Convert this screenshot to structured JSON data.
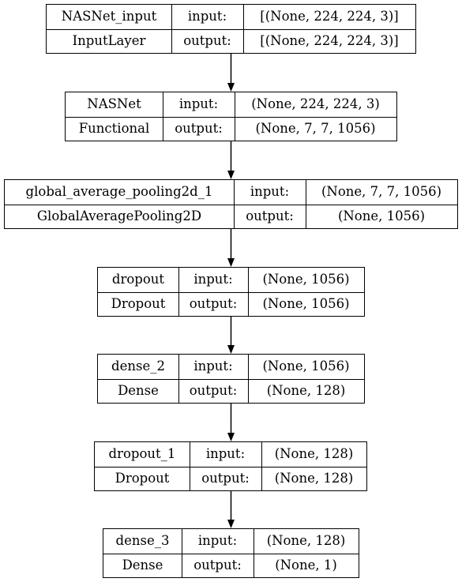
{
  "nodes": [
    {
      "name": "NASNet_input",
      "type": "InputLayer",
      "input_label": "input:",
      "output_label": "output:",
      "input_shape": "[(None, 224, 224, 3)]",
      "output_shape": "[(None, 224, 224, 3)]"
    },
    {
      "name": "NASNet",
      "type": "Functional",
      "input_label": "input:",
      "output_label": "output:",
      "input_shape": "(None, 224, 224, 3)",
      "output_shape": "(None, 7, 7, 1056)"
    },
    {
      "name": "global_average_pooling2d_1",
      "type": "GlobalAveragePooling2D",
      "input_label": "input:",
      "output_label": "output:",
      "input_shape": "(None, 7, 7, 1056)",
      "output_shape": "(None, 1056)"
    },
    {
      "name": "dropout",
      "type": "Dropout",
      "input_label": "input:",
      "output_label": "output:",
      "input_shape": "(None, 1056)",
      "output_shape": "(None, 1056)"
    },
    {
      "name": "dense_2",
      "type": "Dense",
      "input_label": "input:",
      "output_label": "output:",
      "input_shape": "(None, 1056)",
      "output_shape": "(None, 128)"
    },
    {
      "name": "dropout_1",
      "type": "Dropout",
      "input_label": "input:",
      "output_label": "output:",
      "input_shape": "(None, 128)",
      "output_shape": "(None, 128)"
    },
    {
      "name": "dense_3",
      "type": "Dense",
      "input_label": "input:",
      "output_label": "output:",
      "input_shape": "(None, 128)",
      "output_shape": "(None, 1)"
    }
  ]
}
